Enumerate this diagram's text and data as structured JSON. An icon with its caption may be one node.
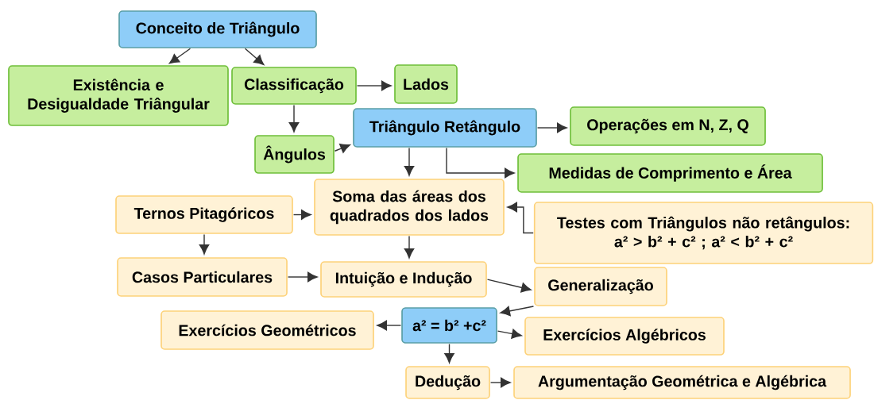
{
  "diagram": {
    "nodes": [
      {
        "text": [
          "Conceito de Triângulo"
        ]
      },
      {
        "text": [
          "Existência e Desigualdade Triângular"
        ]
      },
      {
        "text": [
          "Classificação"
        ]
      },
      {
        "text": [
          "Lados"
        ]
      },
      {
        "text": [
          "Ângulos"
        ]
      },
      {
        "text": [
          "Triângulo Retângulo"
        ]
      },
      {
        "text": [
          "Operações em N, Z, Q"
        ]
      },
      {
        "text": [
          "Medidas de Comprimento e Área"
        ]
      },
      {
        "text": [
          "Soma das áreas dos quadrados dos lados"
        ]
      },
      {
        "text": [
          "Ternos Pitagóricos"
        ]
      },
      {
        "text": [
          "Testes com Triângulos não retângulos:",
          "a² > b² + c² ; a² < b² + c²"
        ]
      },
      {
        "text": [
          "Casos Particulares"
        ]
      },
      {
        "text": [
          "Intuição e Indução"
        ]
      },
      {
        "text": [
          "Generalização"
        ]
      },
      {
        "text": [
          "Exercícios Geométricos"
        ]
      },
      {
        "text": [
          "a² = b² +c²"
        ]
      },
      {
        "text": [
          "Exercícios Algébricos"
        ]
      },
      {
        "text": [
          "Dedução"
        ]
      },
      {
        "text": [
          "Argumentação Geométrica e Algébrica"
        ]
      }
    ],
    "edges": [
      {
        "from": 0,
        "to": 1,
        "arrow": "to"
      },
      {
        "from": 0,
        "to": 2,
        "arrow": "to"
      },
      {
        "from": 2,
        "to": 3,
        "arrow": "to"
      },
      {
        "from": 2,
        "to": 4,
        "arrow": "to"
      },
      {
        "from": 4,
        "to": 5,
        "arrow": "to"
      },
      {
        "from": 5,
        "to": 6,
        "arrow": "to"
      },
      {
        "from": 5,
        "to": 7,
        "arrow": "to"
      },
      {
        "from": 5,
        "to": 8,
        "arrow": "to"
      },
      {
        "from": 9,
        "to": 8,
        "arrow": "to"
      },
      {
        "from": 10,
        "to": 8,
        "arrow": "to"
      },
      {
        "from": 9,
        "to": 11,
        "arrow": "to"
      },
      {
        "from": 8,
        "to": 12,
        "arrow": "to"
      },
      {
        "from": 11,
        "to": 12,
        "arrow": "to"
      },
      {
        "from": 12,
        "to": 13,
        "arrow": "to"
      },
      {
        "from": 13,
        "to": 15,
        "arrow": "to"
      },
      {
        "from": 15,
        "to": 14,
        "arrow": "to"
      },
      {
        "from": 15,
        "to": 16,
        "arrow": "to"
      },
      {
        "from": 15,
        "to": 17,
        "arrow": "to"
      },
      {
        "from": 17,
        "to": 18,
        "arrow": "to"
      }
    ]
  }
}
